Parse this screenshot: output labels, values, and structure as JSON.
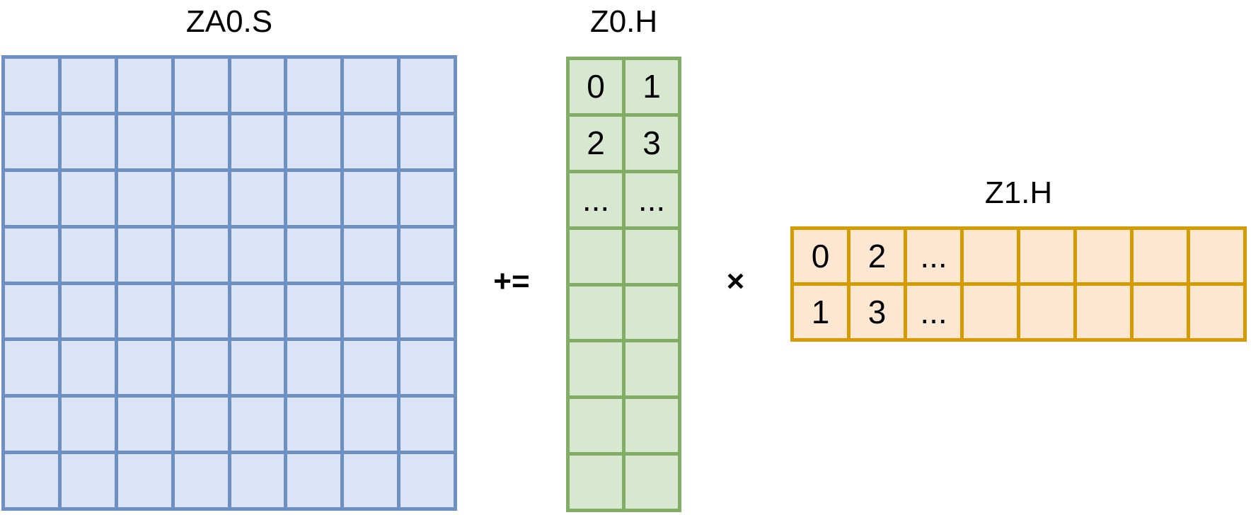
{
  "colors": {
    "accumulator-border": "#6d8fc1",
    "accumulator-fill": "#dae4f6",
    "lhs-border": "#82ad64",
    "lhs-fill": "#d8e7d0",
    "rhs-border": "#d49b03",
    "rhs-fill": "#fde7d1",
    "text": "#000000"
  },
  "diagram": {
    "accumulator": {
      "title": "ZA0.S",
      "rows": 8,
      "cols": 8,
      "cells": [
        [
          "",
          "",
          "",
          "",
          "",
          "",
          "",
          ""
        ],
        [
          "",
          "",
          "",
          "",
          "",
          "",
          "",
          ""
        ],
        [
          "",
          "",
          "",
          "",
          "",
          "",
          "",
          ""
        ],
        [
          "",
          "",
          "",
          "",
          "",
          "",
          "",
          ""
        ],
        [
          "",
          "",
          "",
          "",
          "",
          "",
          "",
          ""
        ],
        [
          "",
          "",
          "",
          "",
          "",
          "",
          "",
          ""
        ],
        [
          "",
          "",
          "",
          "",
          "",
          "",
          "",
          ""
        ],
        [
          "",
          "",
          "",
          "",
          "",
          "",
          "",
          ""
        ]
      ]
    },
    "accumulate_operator": "+=",
    "lhs": {
      "title": "Z0.H",
      "rows": 8,
      "cols": 2,
      "cells": [
        [
          "0",
          "1"
        ],
        [
          "2",
          "3"
        ],
        [
          "...",
          "..."
        ],
        [
          "",
          ""
        ],
        [
          "",
          ""
        ],
        [
          "",
          ""
        ],
        [
          "",
          ""
        ],
        [
          "",
          ""
        ]
      ]
    },
    "multiply_operator": "×",
    "rhs": {
      "title": "Z1.H",
      "rows": 2,
      "cols": 8,
      "cells": [
        [
          "0",
          "2",
          "...",
          "",
          "",
          "",
          "",
          ""
        ],
        [
          "1",
          "3",
          "...",
          "",
          "",
          "",
          "",
          ""
        ]
      ]
    }
  }
}
